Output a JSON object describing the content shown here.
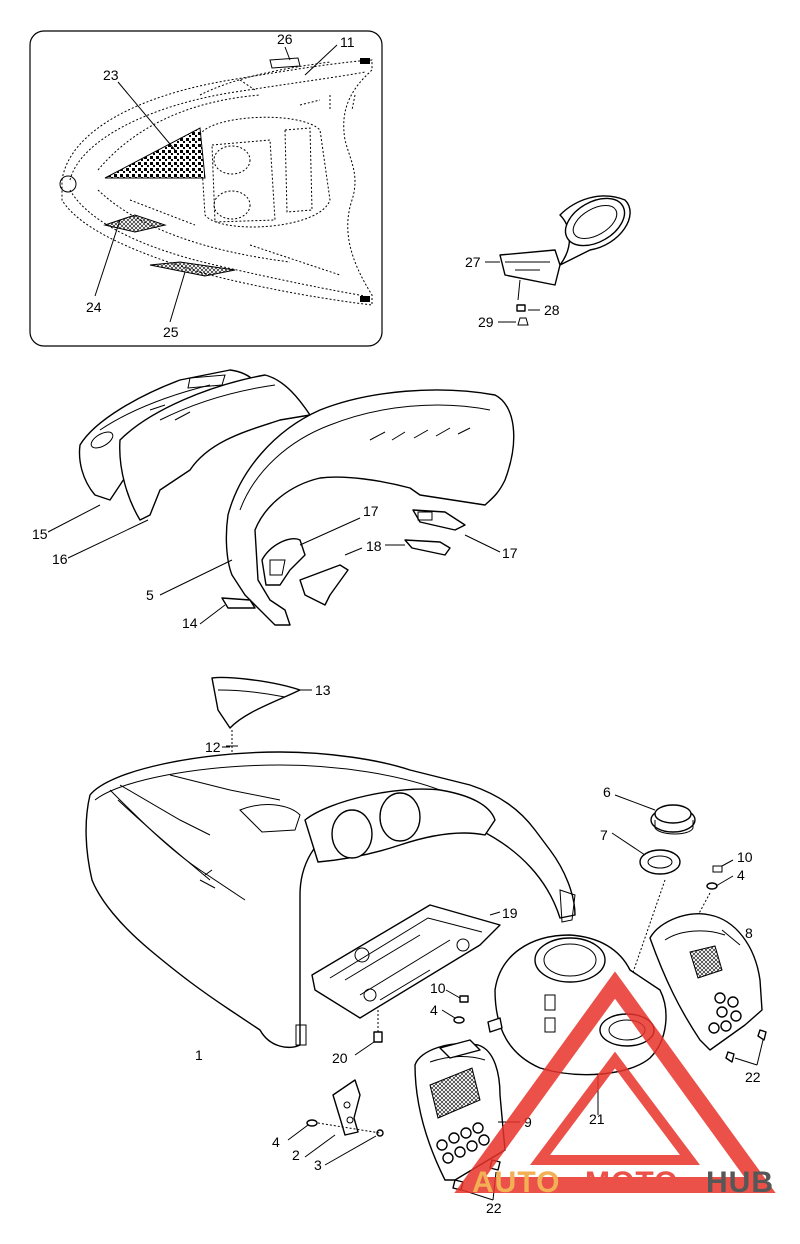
{
  "callouts": {
    "c26": "26",
    "c11": "11",
    "c23": "23",
    "c24": "24",
    "c25": "25",
    "c27": "27",
    "c28": "28",
    "c29": "29",
    "c15": "15",
    "c16": "16",
    "c5": "5",
    "c14": "14",
    "c17a": "17",
    "c18": "18",
    "c17b": "17",
    "c13": "13",
    "c12": "12",
    "c6": "6",
    "c7": "7",
    "c10a": "10",
    "c4a": "4",
    "c8": "8",
    "c19": "19",
    "c10b": "10",
    "c4b": "4",
    "c20": "20",
    "c1": "1",
    "c21": "21",
    "c22a": "22",
    "c4c": "4",
    "c2": "2",
    "c3": "3",
    "c9": "9",
    "c22b": "22"
  },
  "watermark": {
    "part1": "AUTO",
    "part2": "MOTO",
    "part3": "HUB",
    "color_primary": "#e8332a",
    "color_secondary": "#f0a236",
    "color_dark": "#3a3a3a"
  }
}
